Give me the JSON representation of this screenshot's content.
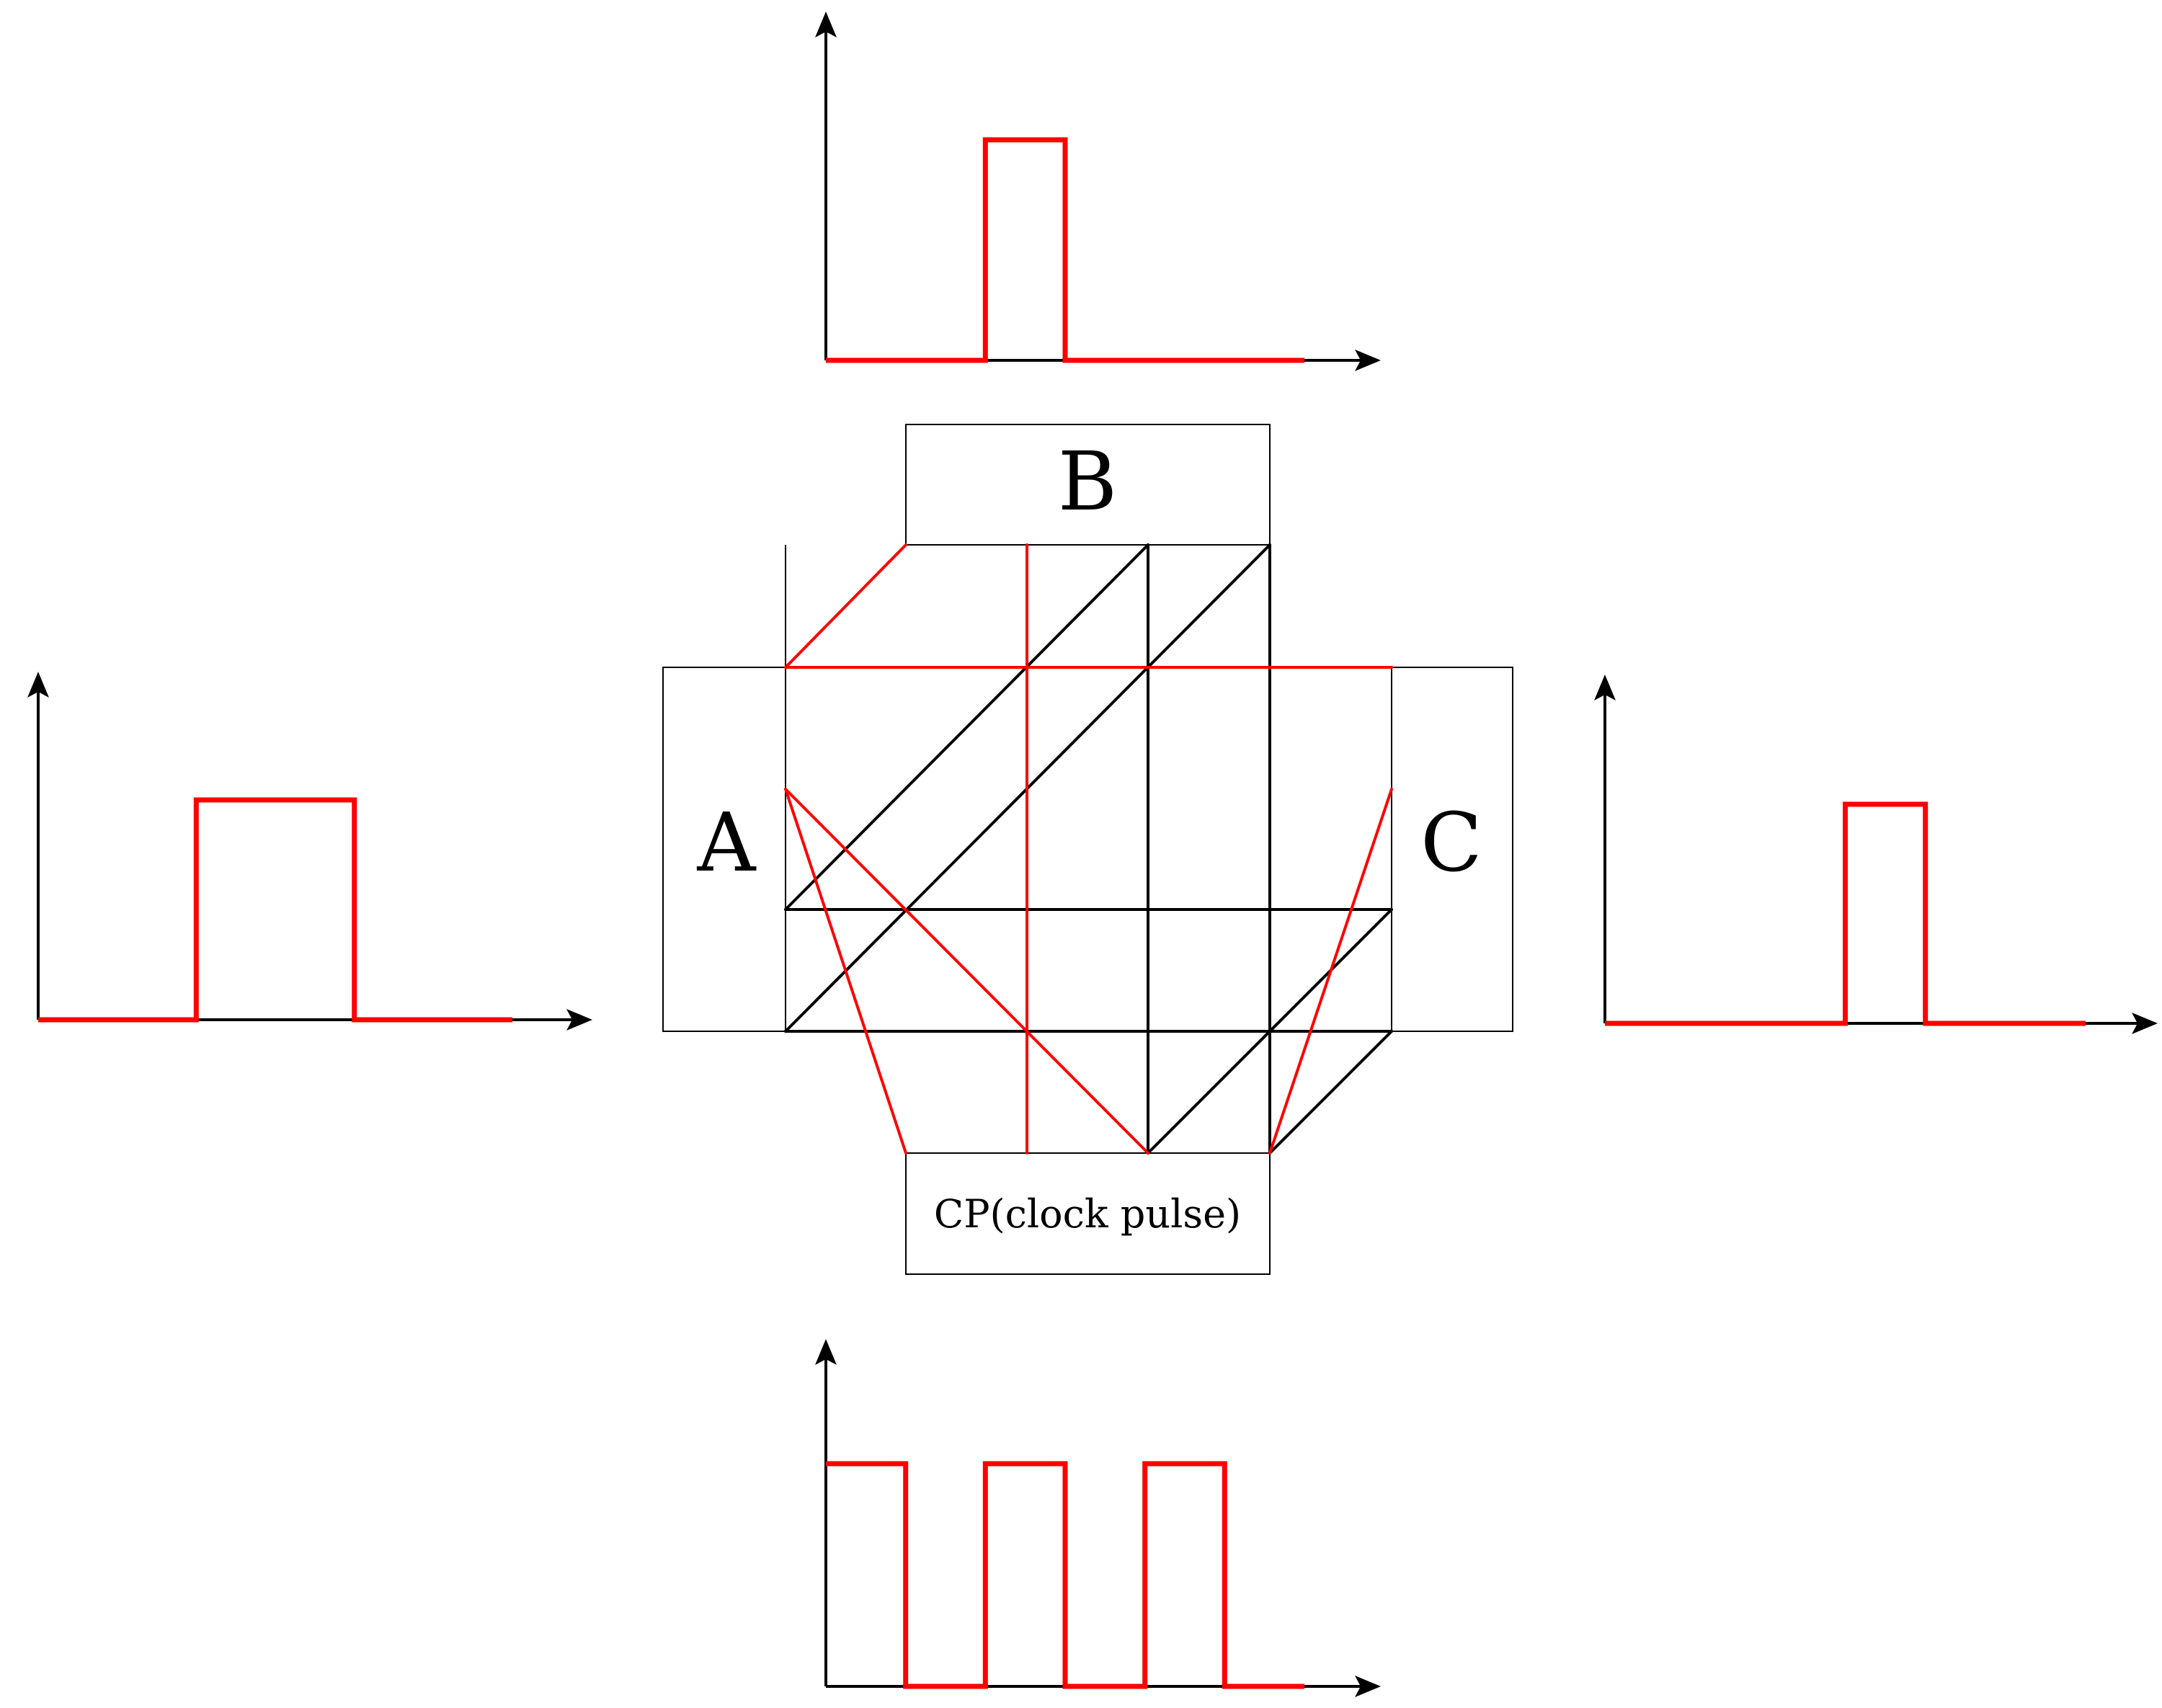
{
  "colors": {
    "ink": "#000000",
    "signal": "#ff0000",
    "background": "#ffffff"
  },
  "labels": {
    "a": "A",
    "b": "B",
    "c": "C",
    "clock": "CP(clock pulse)"
  },
  "waveforms": {
    "left": [
      0,
      0,
      1,
      1,
      0,
      0
    ],
    "top": [
      0,
      0,
      1,
      0,
      0,
      0
    ],
    "right": [
      0,
      0,
      0,
      1,
      0,
      0
    ],
    "bottom": [
      1,
      0,
      1,
      0,
      1,
      0
    ]
  }
}
